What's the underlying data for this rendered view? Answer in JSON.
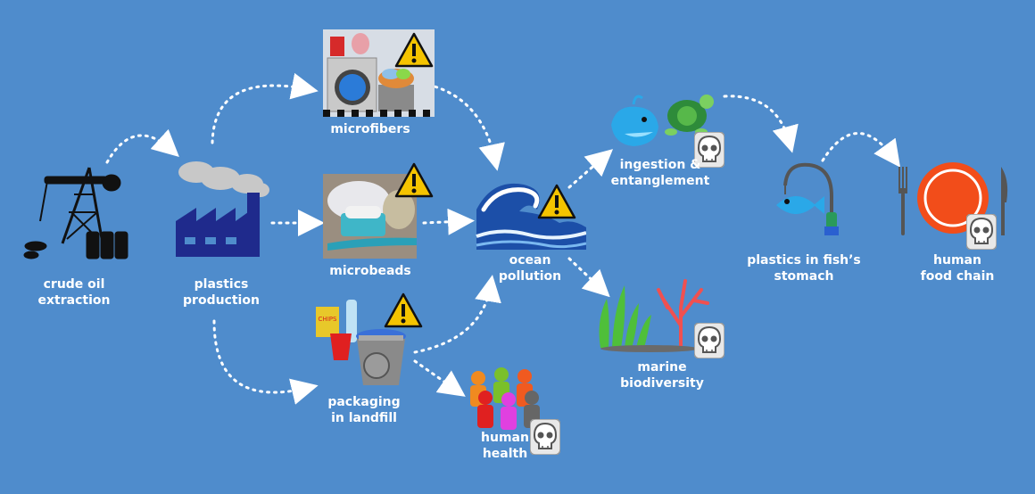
{
  "nodes": {
    "crude_oil": "crude oil\nextraction",
    "plastics_production": "plastics\nproduction",
    "microfibers": "microfibers",
    "microbeads": "microbeads",
    "packaging": "packaging\nin landfill",
    "ocean_pollution": "ocean\npollution",
    "ingestion": "ingestion &\nentanglement",
    "marine_biodiversity": "marine\nbiodiversity",
    "human_health": "human\nhealth",
    "plastics_fish": "plastics in fish’s\nstomach",
    "human_food_chain": "human\nfood chain"
  },
  "packaging_chip_text": "CHIPS",
  "icons": [
    "warning-icon",
    "skull-icon",
    "oil-pump-icon",
    "factory-icon",
    "washing-machine-icon",
    "toothbrush-icon",
    "trash-can-icon",
    "wave-icon",
    "whale-icon",
    "turtle-icon",
    "coral-icon",
    "people-icon",
    "fish-hook-icon",
    "plate-icon"
  ],
  "colors": {
    "background": "#4f8ccc",
    "warning": "#f5c400",
    "arrow": "#ffffff"
  }
}
